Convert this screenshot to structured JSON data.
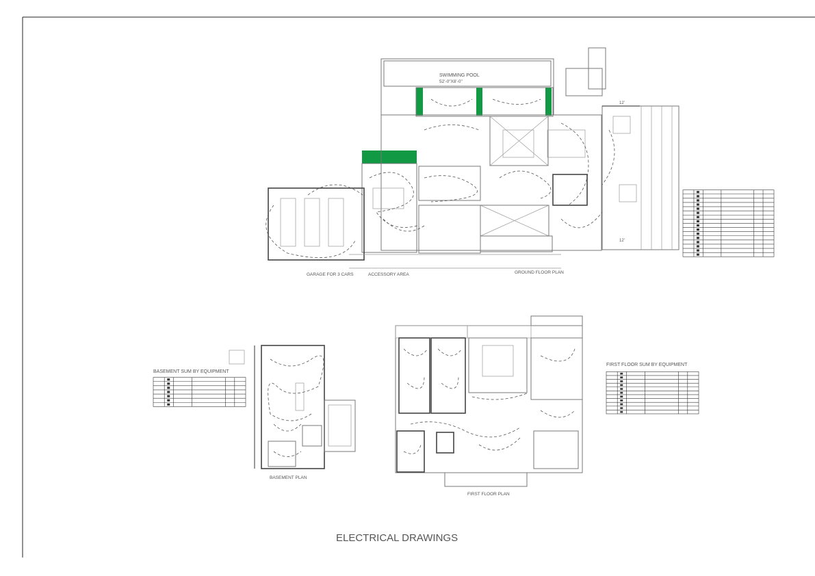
{
  "sheet_title": "ELECTRICAL DRAWINGS",
  "ground_floor": {
    "pool_label": "SWIMMING POOL",
    "pool_size": "52'-0\"X8'-0\"",
    "garage_label": "GARAGE FOR 3 CARS",
    "accessory_label": "ACCESSORY AREA",
    "plan_label": "GROUND FLOOR PLAN",
    "dim_top": "12'",
    "dim_bottom": "12'",
    "accent_color": "#119944"
  },
  "basement": {
    "plan_label": "BASEMENT PLAN",
    "table_title": "BASEMENT SUM BY EQUIPMENT",
    "table_rows": 7
  },
  "first_floor": {
    "plan_label": "FIRST FLOOR PLAN",
    "table_title": "FIRST FLOOR  SUM BY EQUIPMENT",
    "table_rows": 11
  },
  "ground_table": {
    "table_rows": 16
  }
}
